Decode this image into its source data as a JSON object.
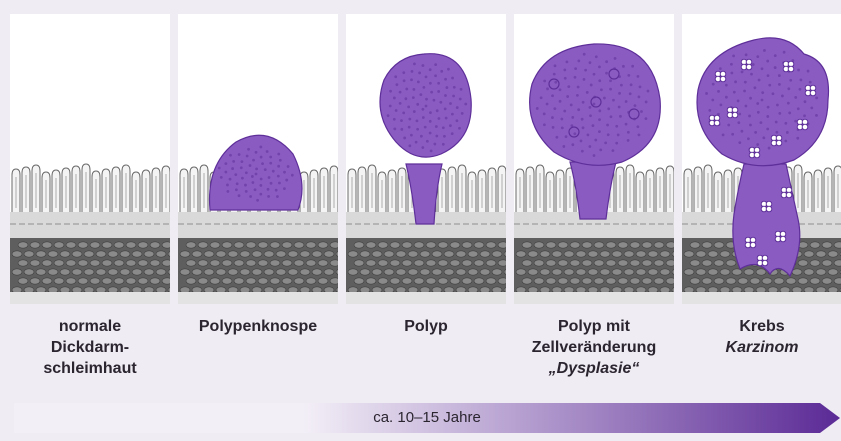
{
  "stages": [
    {
      "lines": [
        "normale",
        "Dickdarm-",
        "schleimhaut"
      ],
      "subtitle": ""
    },
    {
      "lines": [
        "Polypenknospe"
      ],
      "subtitle": ""
    },
    {
      "lines": [
        "Polyp"
      ],
      "subtitle": ""
    },
    {
      "lines": [
        "Polyp mit",
        "Zellveränderung"
      ],
      "subtitle": "„Dysplasie“"
    },
    {
      "lines": [
        "Krebs"
      ],
      "subtitle": "Karzinom"
    }
  ],
  "timeline": {
    "label": "ca. 10–15 Jahre"
  },
  "colors": {
    "polyp": "#8a5cc2",
    "polyp_dark": "#5e2f99",
    "mucosa_lines": "#6b6b6b",
    "muscle_layer": "#5e5e5e",
    "arrow_start": "#f3eff7",
    "arrow_end": "#5b2a96"
  },
  "icons": [
    "colon-mucosa-illustration",
    "polyp-illustration"
  ]
}
